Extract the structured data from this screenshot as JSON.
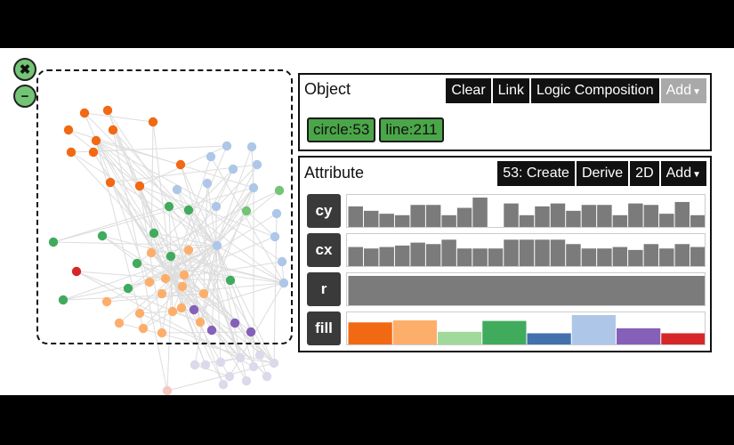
{
  "graph_controls": {
    "close_icon_glyph": "✖",
    "minus_icon_glyph": "−",
    "control_color": "#74c476"
  },
  "object_panel": {
    "title": "Object",
    "buttons": [
      {
        "label": "Clear",
        "style": "dark"
      },
      {
        "label": "Link",
        "style": "dark"
      },
      {
        "label": "Logic Composition",
        "style": "dark"
      },
      {
        "label": "Add",
        "style": "gray",
        "dropdown": true
      }
    ],
    "chips": [
      {
        "label": "circle:53"
      },
      {
        "label": "line:211"
      }
    ],
    "chip_color": "#4aa648"
  },
  "attribute_panel": {
    "title": "Attribute",
    "buttons": [
      {
        "label": "53: Create",
        "style": "dark"
      },
      {
        "label": "Derive",
        "style": "dark"
      },
      {
        "label": "2D",
        "style": "dark"
      },
      {
        "label": "Add",
        "style": "dark",
        "dropdown": true
      }
    ],
    "rows": [
      {
        "label": "cy",
        "kind": "numeric",
        "values": [
          0.7,
          0.55,
          0.45,
          0.4,
          0.75,
          0.75,
          0.4,
          0.65,
          1.0,
          0,
          0.8,
          0.4,
          0.7,
          0.8,
          0.55,
          0.75,
          0.75,
          0.4,
          0.8,
          0.75,
          0.45,
          0.85,
          0.4
        ]
      },
      {
        "label": "cx",
        "kind": "numeric",
        "values": [
          0.65,
          0.6,
          0.65,
          0.7,
          0.8,
          0.75,
          0.9,
          0.6,
          0.6,
          0.6,
          0.9,
          0.9,
          0.9,
          0.9,
          0.75,
          0.6,
          0.6,
          0.65,
          0.55,
          0.75,
          0.6,
          0.75,
          0.65
        ]
      },
      {
        "label": "r",
        "kind": "numeric",
        "values": [
          1.0
        ]
      },
      {
        "label": "fill",
        "kind": "categorical",
        "values": [
          0.75,
          0.82,
          0.43,
          0.8,
          0.38,
          1.0,
          0.55,
          0.38
        ],
        "colors": [
          "#f16913",
          "#fdae6b",
          "#a1d99b",
          "#41ab5d",
          "#4271ae",
          "#aec7e8",
          "#8460b8",
          "#d62728"
        ]
      }
    ],
    "bar_color": "#7b7b7b"
  }
}
